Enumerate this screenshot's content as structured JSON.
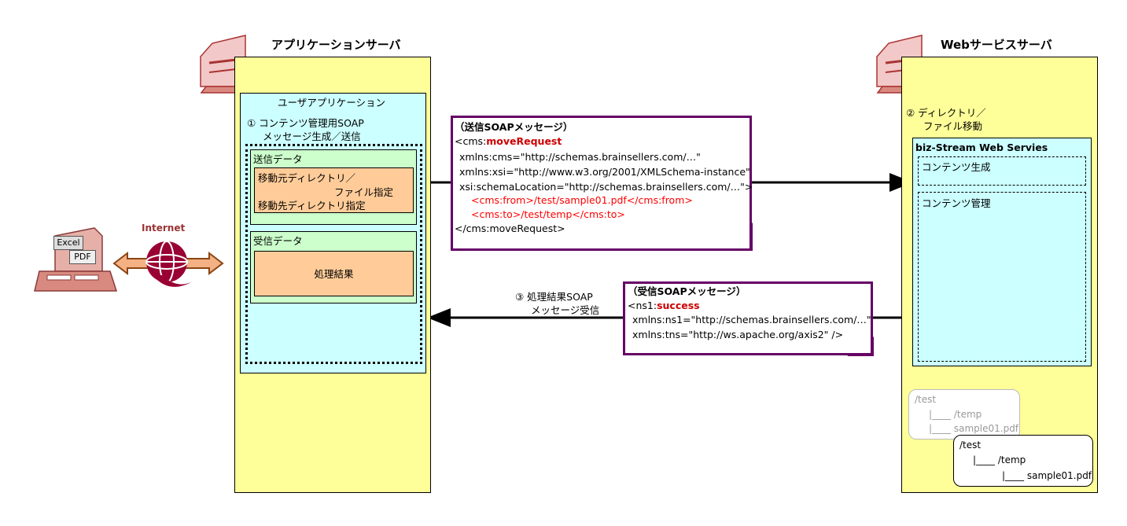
{
  "app_server": {
    "title": "アプリケーションサーバ",
    "user_app_title": "ユーザアプリケーション",
    "step1_line1": "① コンテンツ管理用SOAP",
    "step1_line2": "メッセージ生成／送信",
    "send_data": {
      "label": "送信データ",
      "line1": "移動元ディレクトリ／",
      "line2": "ファイル指定",
      "line3": "移動先ディレクトリ指定"
    },
    "recv_data": {
      "label": "受信データ",
      "result": "処理結果"
    }
  },
  "web_server": {
    "title": "Webサービスサーバ",
    "step2_line1": "② ディレクトリ／",
    "step2_line2": "ファイル移動",
    "service_title": "biz-Stream Web Servies",
    "content_create": "コンテンツ生成",
    "content_manage": "コンテンツ管理"
  },
  "client": {
    "internet_label": "Internet",
    "excel_label": "Excel",
    "pdf_label": "PDF"
  },
  "send_message": {
    "title": "（送信SOAPメッセージ）",
    "open_prefix": "<cms:",
    "open_name": "moveRequest",
    "line1": "xmlns:cms=\"http://schemas.brainsellers.com/…\"",
    "line2": "xmlns:xsi=\"http://www.w3.org/2001/XMLSchema-instance\"",
    "line3": "xsi:schemaLocation=\"http://schemas.brainsellers.com/…\">",
    "line4": "<cms:from>/test/sample01.pdf</cms:from>",
    "line5": "<cms:to>/test/temp</cms:to>",
    "close": "</cms:moveRequest>"
  },
  "recv_message": {
    "title": "（受信SOAPメッセージ）",
    "open_prefix": "<ns1:",
    "open_name": "success",
    "line1": "xmlns:ns1=\"http://schemas.brainsellers.com/…\"",
    "line2": "xmlns:tns=\"http://ws.apache.org/axis2\" />"
  },
  "step3": {
    "line1": "③ 処理結果SOAP",
    "line2": "メッセージ受信"
  },
  "tree_before": {
    "root": "/test",
    "line1": "|____ /temp",
    "line2": "|____ sample01.pdf"
  },
  "tree_after": {
    "root": "/test",
    "line1": "|____ /temp",
    "line2": "|____ sample01.pdf"
  }
}
